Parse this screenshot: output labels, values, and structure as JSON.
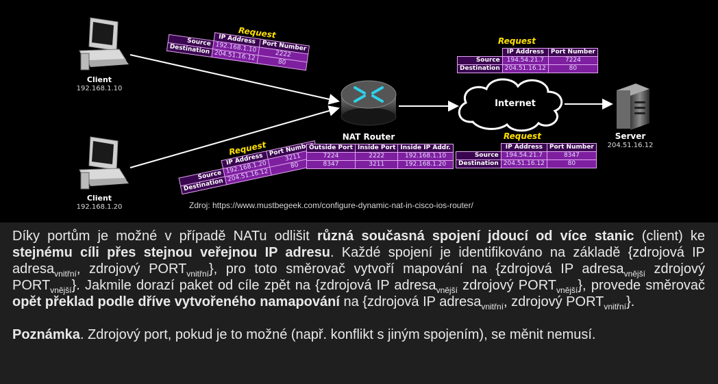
{
  "diagram": {
    "client_top": {
      "label": "Client",
      "ip": "192.168.1.10"
    },
    "client_bottom": {
      "label": "Client",
      "ip": "192.168.1.20"
    },
    "router": {
      "label": "NAT Router"
    },
    "internet": {
      "label": "Internet"
    },
    "server": {
      "label": "Server",
      "ip": "204.51.16.12"
    },
    "packet_client1": {
      "title": "Request",
      "headers": [
        "IP Address",
        "Port Number"
      ],
      "rows": [
        {
          "key": "Source",
          "ip": "192.168.1.10",
          "port": "2222"
        },
        {
          "key": "Destination",
          "ip": "204.51.16.12",
          "port": "80"
        }
      ]
    },
    "packet_client2": {
      "title": "Request",
      "headers": [
        "IP Address",
        "Port Number"
      ],
      "rows": [
        {
          "key": "Source",
          "ip": "192.168.1.20",
          "port": "3211"
        },
        {
          "key": "Destination",
          "ip": "204.51.16.12",
          "port": "80"
        }
      ]
    },
    "nat_table": {
      "headers": [
        "Outside Port",
        "Inside Port",
        "Inside IP Addr."
      ],
      "rows": [
        [
          "7224",
          "2222",
          "192.168.1.10"
        ],
        [
          "8347",
          "3211",
          "192.168.1.20"
        ]
      ]
    },
    "packet_out1": {
      "title": "Request",
      "headers": [
        "IP Address",
        "Port Number"
      ],
      "rows": [
        {
          "key": "Source",
          "ip": "194.54.21.7",
          "port": "7224"
        },
        {
          "key": "Destination",
          "ip": "204.51.16.12",
          "port": "80"
        }
      ]
    },
    "packet_out2": {
      "title": "Request",
      "headers": [
        "IP Address",
        "Port Number"
      ],
      "rows": [
        {
          "key": "Source",
          "ip": "194.54.21.7",
          "port": "8347"
        },
        {
          "key": "Destination",
          "ip": "204.51.16.12",
          "port": "80"
        }
      ]
    },
    "source_credit": "Zdroj: https://www.mustbegeek.com/configure-dynamic-nat-in-cisco-ios-router/"
  },
  "text": {
    "p1_a": "Díky portům je možné v případě NATu odlišit ",
    "p1_b": "různá současná spojení jdoucí od více stanic",
    "p1_c": " (client) ke ",
    "p1_d": "stejnému cíli přes stejnou veřejnou IP adresu",
    "p1_e": ". Každé spojení je identifikováno na základě {zdrojová IP adresa",
    "sub_inner": "vnitřní",
    "p1_f": ", zdrojový PORT",
    "p1_g": "}, pro toto směrovač vytvoří mapování na {zdrojová IP adresa",
    "sub_outer": "vnější",
    "p1_h": " zdrojový PORT",
    "p1_i": "}. Jakmile dorazí paket od cíle zpět na {zdrojová IP adresa",
    "p1_j": " zdrojový PORT",
    "p1_k": "}, provede směrovač ",
    "p1_l": "opět překlad podle dříve vytvořeného namapování",
    "p1_m": " na {zdrojová IP  adresa",
    "p1_n": ", zdrojový PORT",
    "p1_o": "}.",
    "note_bold": "Poznámka",
    "note_rest": ". Zdrojový port, pokud je to možné (např. konflikt s jiným spojením), se měnit nemusí."
  },
  "colors": {
    "background": "#1f1f1f",
    "diagram_background": "#000000",
    "packet_header": "#3a0650",
    "packet_value": "#7e1fa0",
    "request_title": "#ffe000",
    "router_arrows": "#2fd0e8"
  }
}
